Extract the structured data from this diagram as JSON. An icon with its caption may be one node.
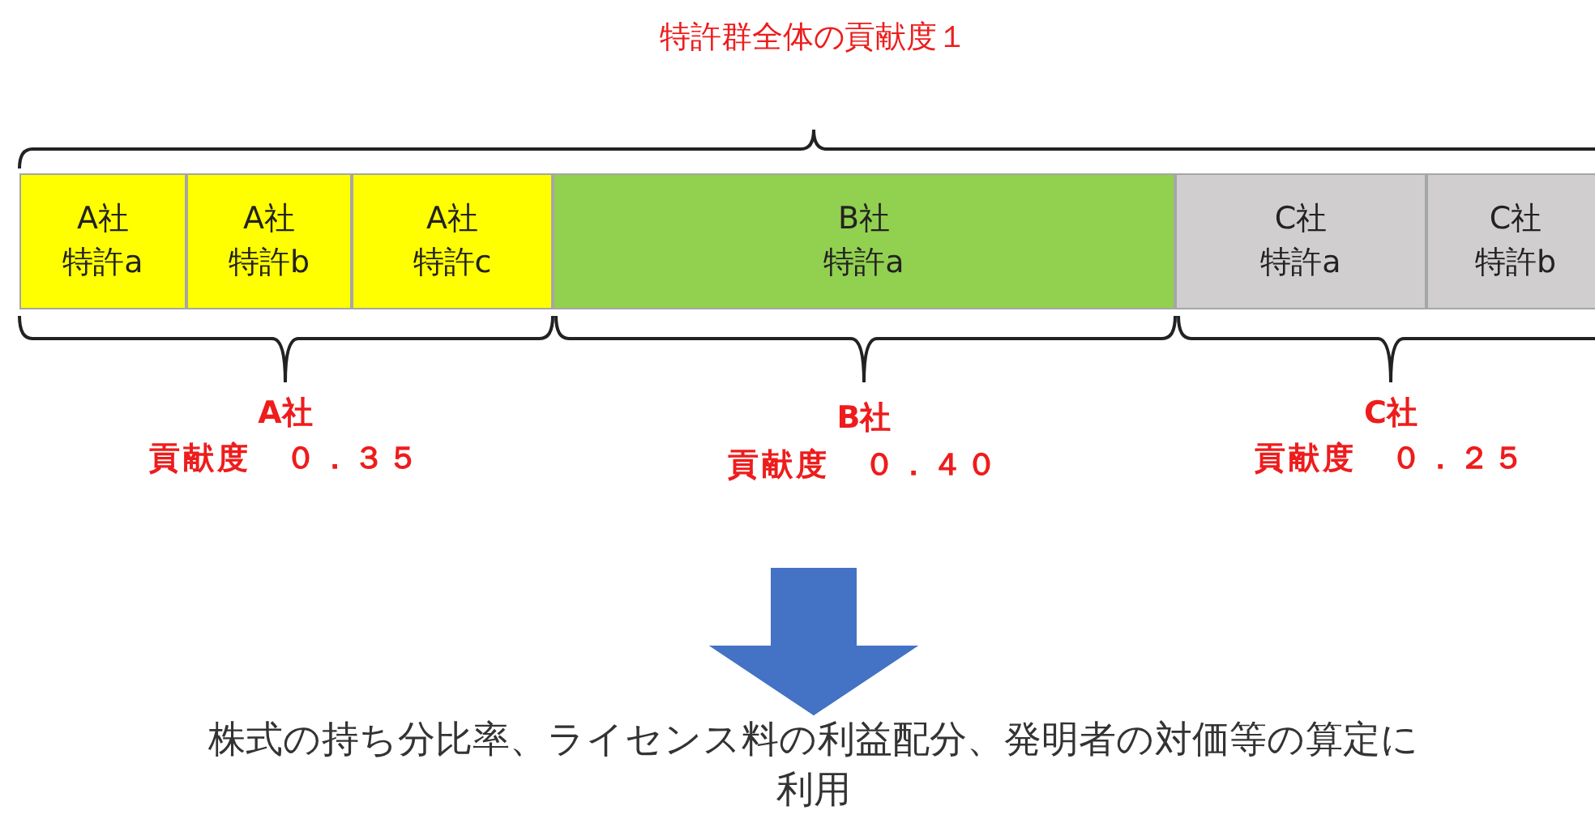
{
  "diagram": {
    "nodes": [
      {
        "text": [
          "A社",
          "特許a"
        ]
      },
      {
        "text": [
          "A社",
          "特許b"
        ]
      },
      {
        "text": [
          "A社",
          "特許c"
        ]
      },
      {
        "text": [
          "B社",
          "特許a"
        ]
      },
      {
        "text": [
          "C社",
          "特許a"
        ]
      },
      {
        "text": [
          "C社",
          "特許b"
        ]
      },
      {
        "text": [
          "株式の持ち分比率、ライセンス料の利益配分、発明者の対価等の算定に利用"
        ]
      }
    ],
    "edges": [
      {
        "from": null,
        "to": 6,
        "arrow": "to"
      }
    ],
    "labels": [
      "特許群全体の貢献度１",
      "A社",
      "貢献度　０．３５",
      "B社",
      "貢献度　０．４０",
      "C社",
      "貢献度　０．２５"
    ]
  }
}
